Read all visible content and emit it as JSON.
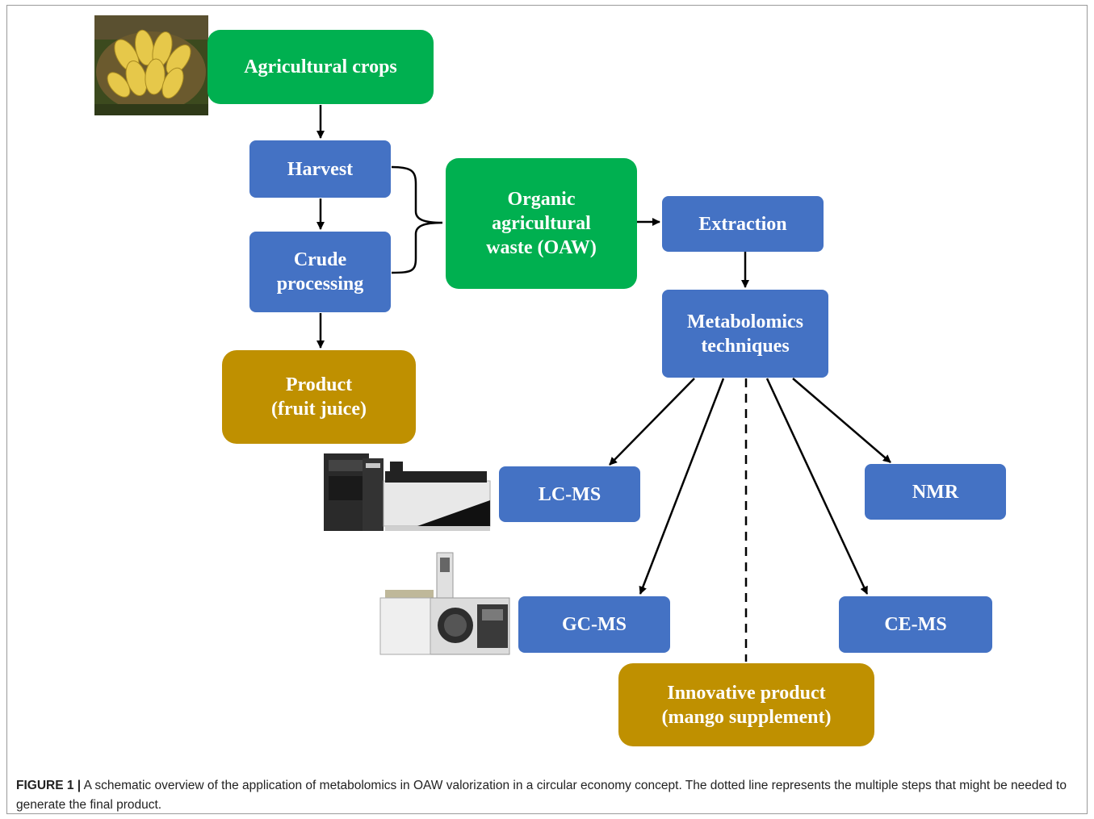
{
  "colors": {
    "green": "#00b050",
    "blue": "#4472c4",
    "gold": "#bf9000",
    "arrow": "#000000"
  },
  "nodes": {
    "crops": "Agricultural crops",
    "harvest": "Harvest",
    "crude": "Crude\nprocessing",
    "product": "Product\n(fruit juice)",
    "oaw": "Organic\nagricultural\nwaste (OAW)",
    "extraction": "Extraction",
    "metabolomics": "Metabolomics\ntechniques",
    "lcms": "LC-MS",
    "gcms": "GC-MS",
    "nmr": "NMR",
    "cems": "CE-MS",
    "innovative": "Innovative product\n(mango supplement)"
  },
  "images": {
    "crops_photo": "mango-fruits-photo",
    "lcms_photo": "lc-ms-instrument-photo",
    "gcms_photo": "gc-ms-instrument-photo"
  },
  "caption": {
    "label": "FIGURE 1 |",
    "text": "A schematic overview of the application of metabolomics in OAW valorization in a circular economy concept. The dotted line represents the multiple steps that might be needed to generate the final product."
  }
}
